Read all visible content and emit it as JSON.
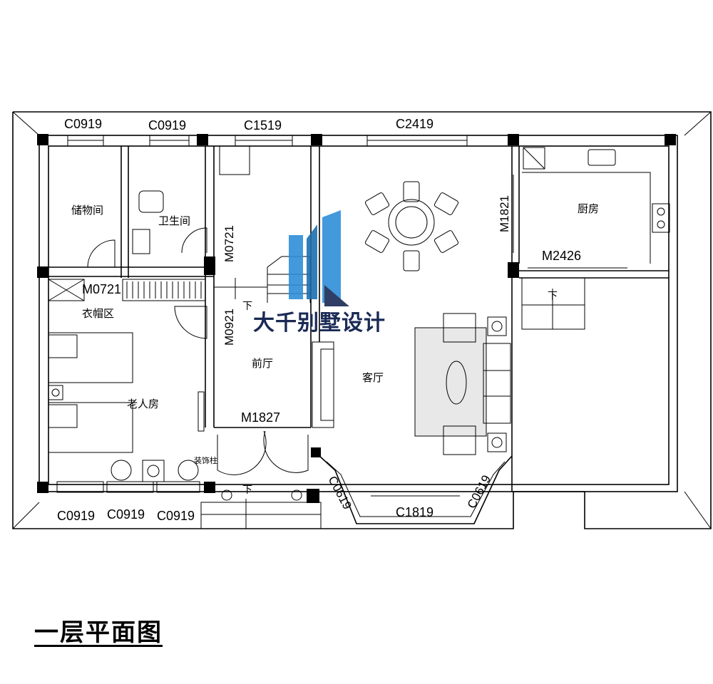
{
  "title": "一层平面图",
  "watermark": {
    "text": "大千别墅设计",
    "color": "#1a2a55",
    "accent": "#2e8fd8"
  },
  "windows": {
    "top_1": "C0919",
    "top_2": "C0919",
    "top_3": "C1519",
    "top_4": "C2419",
    "bottom_1": "C0919",
    "bottom_2": "C0919",
    "bottom_3": "C0919",
    "bay_left": "C0619",
    "bay_center": "C1819",
    "bay_right": "C0619"
  },
  "doors": {
    "m0721_storage": "M0721",
    "m0721_bath": "M0721",
    "m0921": "M0921",
    "m1821": "M1821",
    "m2426": "M2426",
    "m1827": "M1827"
  },
  "rooms": {
    "storage": "储物间",
    "bathroom": "卫生间",
    "kitchen": "厨房",
    "cloakroom": "衣帽区",
    "elder_room": "老人房",
    "foyer": "前厅",
    "living": "客厅",
    "pillar": "装饰柱"
  },
  "stairs": {
    "down_center": "下",
    "down_entry": "下",
    "down_kitchen": "下"
  }
}
